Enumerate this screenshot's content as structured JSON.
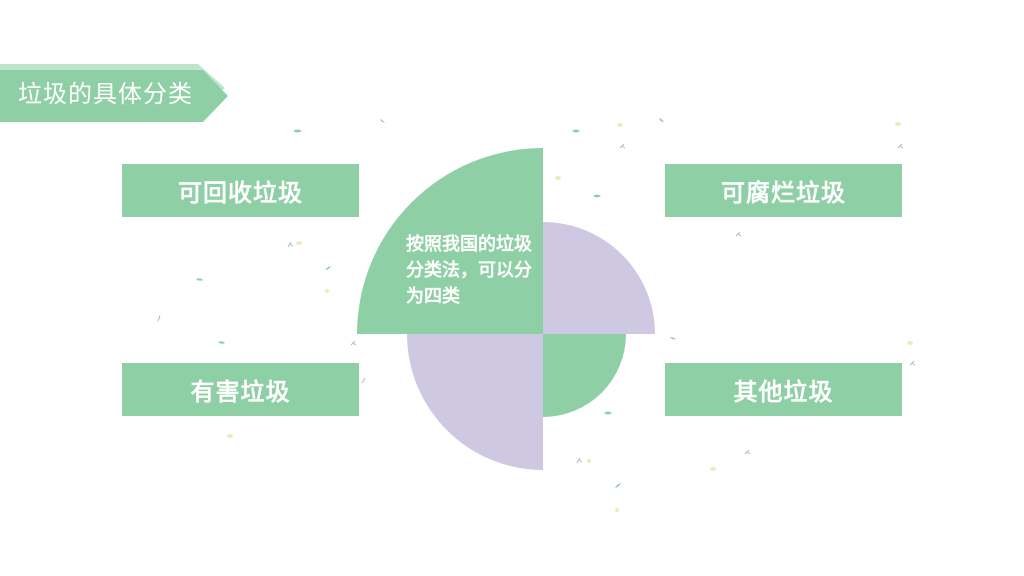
{
  "header": {
    "title": "垃圾的具体分类"
  },
  "diagram": {
    "center_text": "按照我国的垃圾分类法，可以分为四类",
    "categories": {
      "top_left": "可回收垃圾",
      "top_right": "可腐烂垃圾",
      "bottom_left": "有害垃圾",
      "bottom_right": "其他垃圾"
    }
  },
  "colors": {
    "green": "#8fcfa5",
    "purple": "#cfc8e2",
    "banner": "#8fcfa5",
    "banner_shadow": "#bfe4cb"
  }
}
